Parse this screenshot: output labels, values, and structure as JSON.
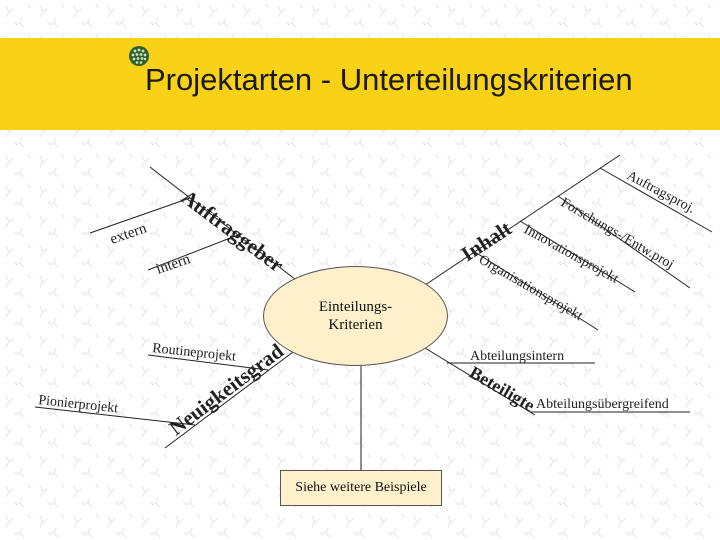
{
  "title": "Projektarten - Unterteilungskriterien",
  "center": {
    "line1": "Einteilungs-",
    "line2": "Kriterien"
  },
  "branches": {
    "auftraggeber": {
      "label": "Auftraggeber",
      "children": [
        "extern",
        "intern"
      ]
    },
    "inhalt": {
      "label": "Inhalt",
      "children": [
        "Auftragsproj.",
        "Forschungs-/Entw.proj",
        "Innovationsprojekt",
        "Organisationsprojekt"
      ]
    },
    "neuigkeitsgrad": {
      "label": "Neuigkeitsgrad",
      "children": [
        "Routineprojekt",
        "Pionierprojekt"
      ]
    },
    "beteiligte": {
      "label": "Beteiligte",
      "children": [
        "Abteilungsintern",
        "Abteilungsübergreifend"
      ]
    }
  },
  "footer_box": "Siehe weitere Beispiele",
  "colors": {
    "band": "#f9d116",
    "ellipse_fill": "#fdf0cb",
    "logo": "#2f5f2f",
    "line": "#222222"
  },
  "icons": {
    "title_logo": "green-dotted-globe-icon"
  }
}
